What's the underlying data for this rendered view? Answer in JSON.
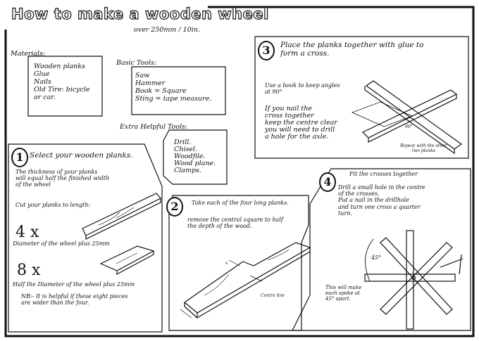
{
  "title": "How to make a wooden wheel",
  "subtitle": "over 250mm / 10in.",
  "materials": {
    "label": "Materials:",
    "items": "Wooden planks\nGlue\nNails\nOld Tire: bicycle\n        or car."
  },
  "basic_tools": {
    "label": "Basic Tools:",
    "items": "Saw\nHammer\nBook = Square\nSting = tape measure."
  },
  "extra_tools": {
    "label": "Extra Helpful Tools:",
    "items": "Drill.\nChisel.\nWoodfile.\nWood plane.\nClamps."
  },
  "step1": {
    "number": "1",
    "heading": "Select your wooden planks.",
    "text": "      The thickness of your planks\nwill equal half the finished width\nof the wheel",
    "cut": "Cut your planks to length:",
    "qty1": "4 x",
    "desc1": "Diameter of the wheel plus 25mm",
    "qty2": "8 x",
    "desc2": "Half the Diameter of the wheel plus 25mm",
    "note": "NB:- It is helpful if these eight pieces\n         are wider than the four."
  },
  "step2": {
    "number": "2",
    "heading": "Take each of the four long planks.",
    "text": "remove the central square to half\nthe depth of the wood.",
    "x_label": "x",
    "centre_label": "Centre line"
  },
  "step3": {
    "number": "3",
    "heading": "Place the planks together with glue to\n    form a cross.",
    "tip": "Use a book to keep angles\nat 90°",
    "nail": "If you nail the\ncross together\nkeep the centre clear\nyou will need to drill\na hole for the axle.",
    "angle": "90°",
    "repeat": "Repeat with the other\ntwo planks"
  },
  "step4": {
    "number": "4",
    "heading": "Fit the crosses together",
    "text": "Drill a small hole in the centre\nof the crosses.\n      Put a nail in the drillhole\nand turn one cross a quarter\nturn.",
    "angle": "45°",
    "result": "This will make\neach spoke at\n45° apart."
  }
}
